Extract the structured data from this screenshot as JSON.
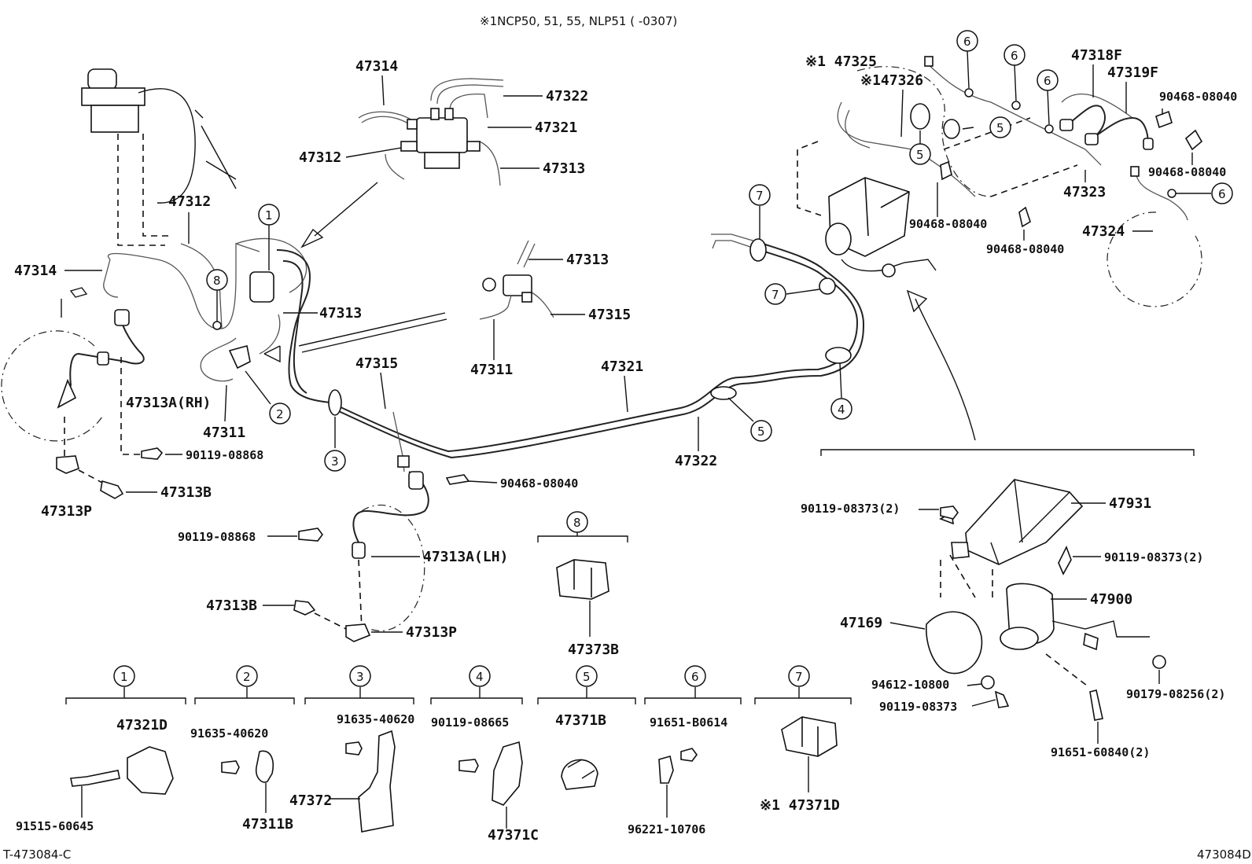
{
  "header": {
    "text": "※1NCP50, 51, 55, NLP51 (        -0307)"
  },
  "footer": {
    "left": "T-473084-C",
    "right": "473084D"
  },
  "labels": {
    "l47314_top": "47314",
    "l47322_top": "47322",
    "l47321_top": "47321",
    "l47312_top": "47312",
    "l47313_top": "47313",
    "l47312_left": "47312",
    "l47314_left": "47314",
    "l47313_mid": "47313",
    "l47313a_rh": "47313A(RH)",
    "l47311_left": "47311",
    "l90119_08868_a": "90119-08868",
    "l47313b_a": "47313B",
    "l47313p_a": "47313P",
    "l47315_a": "47315",
    "l47313_c": "47313",
    "l47315_c": "47315",
    "l47311_c": "47311",
    "l47321_c": "47321",
    "l47322_c": "47322",
    "l90468_a": "90468-08040",
    "l90119_08868_b": "90119-08868",
    "l47313a_lh": "47313A(LH)",
    "l47313b_b": "47313B",
    "l47313p_b": "47313P",
    "l47373b": "47373B",
    "l47325": "※1 47325",
    "l47326": "※147326",
    "l47318f": "47318F",
    "l47319f": "47319F",
    "l90468_b": "90468-08040",
    "l90468_c": "90468-08040",
    "l90468_d": "90468-08040",
    "l90468_e": "90468-08040",
    "l47323": "47323",
    "l47324": "47324",
    "l90119_08373_2a": "90119-08373(2)",
    "l47931": "47931",
    "l90119_08373_2b": "90119-08373(2)",
    "l47900": "47900",
    "l47169": "47169",
    "l94612": "94612-10800",
    "l90119_08373": "90119-08373",
    "l90179": "90179-08256(2)",
    "l91651_60840": "91651-60840(2)"
  },
  "callouts": {
    "c1": "1",
    "c2": "2",
    "c3": "3",
    "c4": "4",
    "c5": "5",
    "c6": "6",
    "c7": "7",
    "c8": "8"
  },
  "groups": {
    "g1": {
      "num": "1",
      "a": "47321D",
      "b": "91515-60645"
    },
    "g2": {
      "num": "2",
      "a": "91635-40620",
      "b": "47311B"
    },
    "g3": {
      "num": "3",
      "a": "91635-40620",
      "b": "47372"
    },
    "g4": {
      "num": "4",
      "a": "90119-08665",
      "b": "47371C"
    },
    "g5": {
      "num": "5",
      "a": "47371B"
    },
    "g6": {
      "num": "6",
      "a": "91651-B0614",
      "b": "96221-10706"
    },
    "g7": {
      "num": "7",
      "a": "※1 47371D"
    }
  }
}
